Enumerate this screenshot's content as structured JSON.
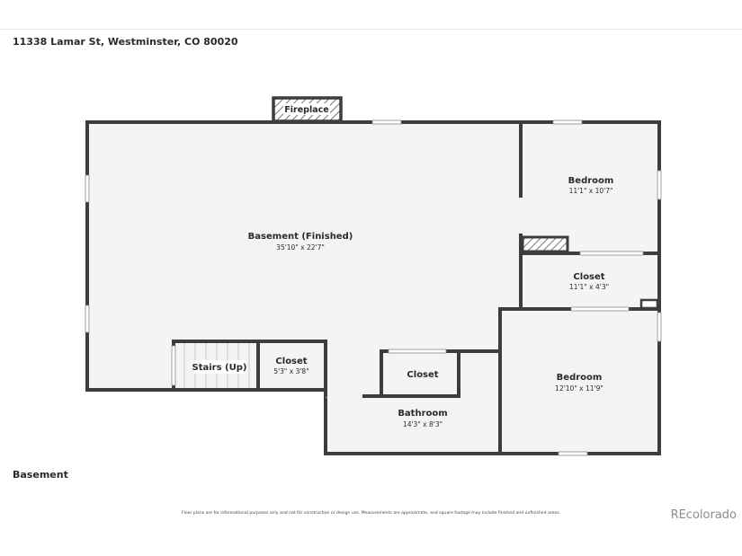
{
  "address": "11338 Lamar St, Westminster, CO 80020",
  "level_label": "Basement",
  "disclaimer": "Floor plans are for informational purposes only and not for construction or design use. Measurements are approximate, and square footage may include finished and unfinished areas.",
  "brand": "REcolorado",
  "colors": {
    "wall": "#3d3d3d",
    "floor": "#f4f4f4",
    "window": "#ffffff"
  },
  "rooms": {
    "basement": {
      "name": "Basement (Finished)",
      "dims": "35'10\" x 22'7\""
    },
    "bedroom_top": {
      "name": "Bedroom",
      "dims": "11'1\" x 10'7\""
    },
    "closet_right": {
      "name": "Closet",
      "dims": "11'1\" x 4'3\""
    },
    "bedroom_bottom": {
      "name": "Bedroom",
      "dims": "12'10\" x 11'9\""
    },
    "stairs": {
      "name": "Stairs (Up)"
    },
    "closet_stairs": {
      "name": "Closet",
      "dims": "5'3\" x 3'8\""
    },
    "closet_center": {
      "name": "Closet"
    },
    "bathroom": {
      "name": "Bathroom",
      "dims": "14'3\" x 8'3\""
    },
    "fireplace": {
      "name": "Fireplace"
    }
  }
}
